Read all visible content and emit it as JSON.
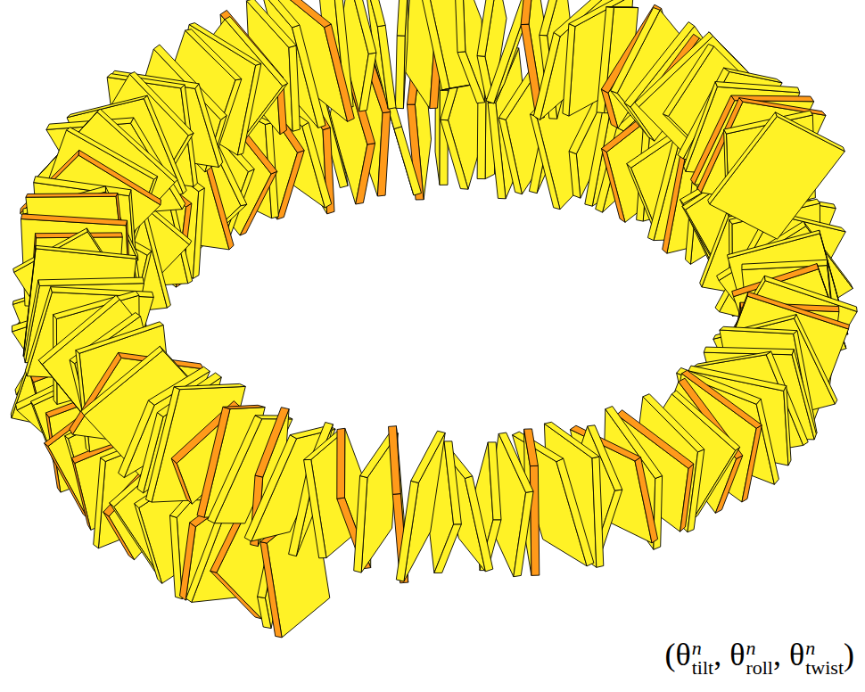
{
  "diagram": {
    "labels": [
      "(θ",
      "n",
      "tilt",
      ", θ",
      "n",
      "roll",
      ", θ",
      "n",
      "twist",
      ")"
    ]
  }
}
